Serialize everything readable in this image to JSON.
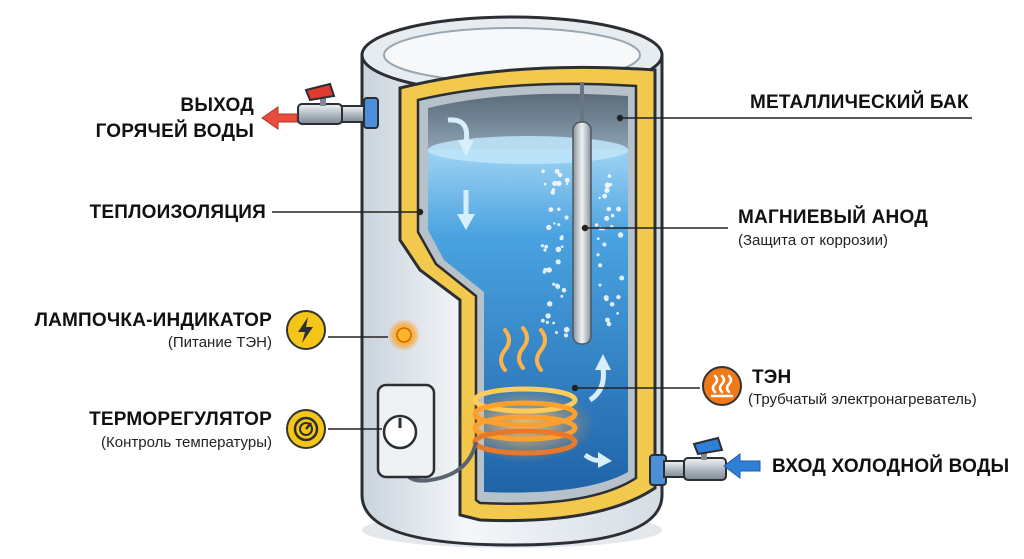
{
  "labels": {
    "hot_out_1": "ВЫХОД",
    "hot_out_2": "ГОРЯЧЕЙ ВОДЫ",
    "insulation": "ТЕПЛОИЗОЛЯЦИЯ",
    "lamp": "ЛАМПОЧКА-ИНДИКАТОР",
    "lamp_sub": "(Питание ТЭН)",
    "thermostat": "ТЕРМОРЕГУЛЯТОР",
    "thermostat_sub": "(Контроль температуры)",
    "tank": "МЕТАЛЛИЧЕСКИЙ БАК",
    "anode": "МАГНИЕВЫЙ АНОД",
    "anode_sub": "(Защита от коррозии)",
    "heater": "ТЭН",
    "heater_sub": "(Трубчатый электронагреватель)",
    "cold_in": "ВХОД ХОЛОДНОЙ ВОДЫ"
  },
  "icons": {
    "lamp_badge": "lightning-icon",
    "thermostat_badge": "dial-icon",
    "heater_badge": "heat-waves-icon",
    "hot_arrow": "arrow-left-icon",
    "cold_arrow": "arrow-left-icon"
  },
  "colors": {
    "hot": "#e94b3c",
    "cold": "#2f7fd6",
    "insulation": "#f2c94c",
    "water": "#3d94d8",
    "badge_yellow": "#f5c518",
    "badge_orange": "#f07a1a"
  }
}
